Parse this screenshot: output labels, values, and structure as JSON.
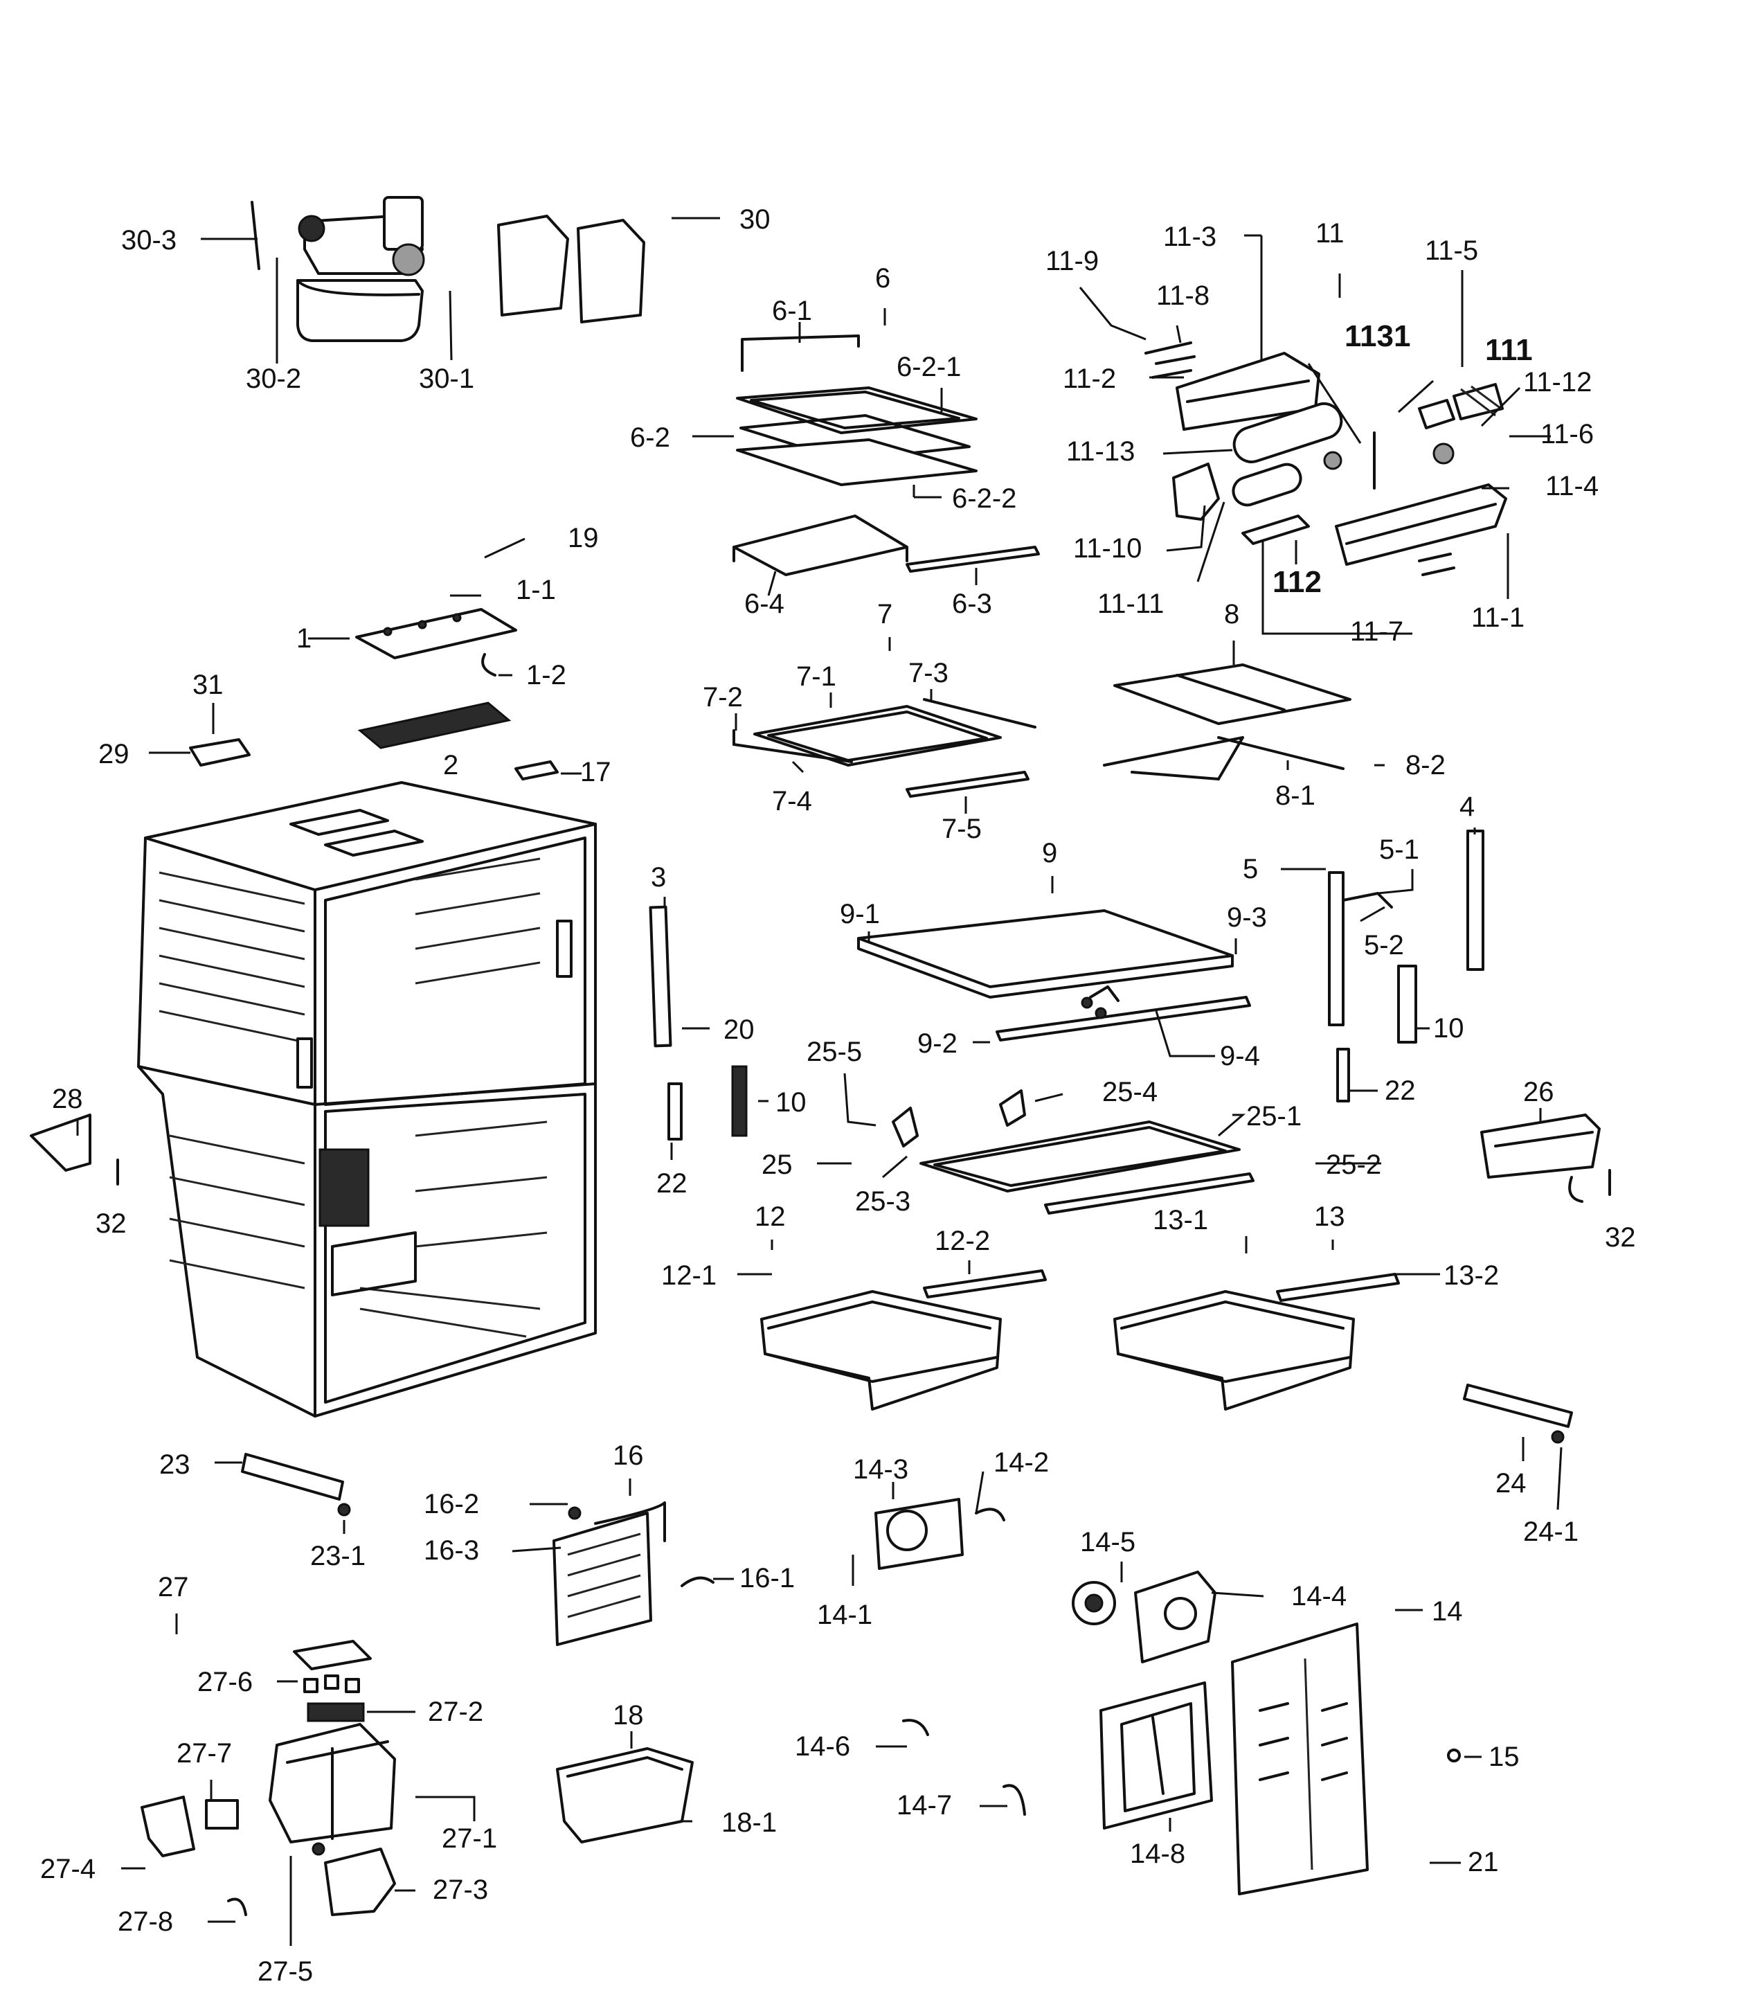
{
  "callouts": {
    "c30_3": "30-3",
    "c30": "30",
    "c30_2": "30-2",
    "c30_1": "30-1",
    "c6": "6",
    "c6_1": "6-1",
    "c6_2_1": "6-2-1",
    "c6_2": "6-2",
    "c6_2_2": "6-2-2",
    "c6_4": "6-4",
    "c6_3": "6-3",
    "c11": "11",
    "c11_3": "11-3",
    "c11_9": "11-9",
    "c11_8": "11-8",
    "c11_5": "11-5",
    "c1131": "1131",
    "c111": "111",
    "c11_2": "11-2",
    "c11_12": "11-12",
    "c11_13": "11-13",
    "c11_6": "11-6",
    "c11_4": "11-4",
    "c11_10": "11-10",
    "c112": "112",
    "c11_11": "11-11",
    "c11_1": "11-1",
    "c11_7": "11-7",
    "c19": "19",
    "c1_1": "1-1",
    "c1": "1",
    "c1_2": "1-2",
    "c31": "31",
    "c29": "29",
    "c2": "2",
    "c17": "17",
    "c7": "7",
    "c7_1": "7-1",
    "c7_2": "7-2",
    "c7_3": "7-3",
    "c7_4": "7-4",
    "c7_5": "7-5",
    "c8": "8",
    "c8_2": "8-2",
    "c8_1": "8-1",
    "c9": "9",
    "c9_1": "9-1",
    "c9_3": "9-3",
    "c9_2": "9-2",
    "c9_4": "9-4",
    "c3": "3",
    "c20": "20",
    "c10a": "10",
    "c22a": "22",
    "c5": "5",
    "c5_1": "5-1",
    "c5_2": "5-2",
    "c4": "4",
    "c10b": "10",
    "c22b": "22",
    "c25_5": "25-5",
    "c25_4": "25-4",
    "c25_1": "25-1",
    "c25": "25",
    "c25_3": "25-3",
    "c25_2": "25-2",
    "c28": "28",
    "c32a": "32",
    "c26": "26",
    "c32b": "32",
    "c12": "12",
    "c12_1": "12-1",
    "c12_2": "12-2",
    "c13": "13",
    "c13_1": "13-1",
    "c13_2": "13-2",
    "c24": "24",
    "c24_1": "24-1",
    "c23": "23",
    "c23_1": "23-1",
    "c16": "16",
    "c16_2": "16-2",
    "c16_3": "16-3",
    "c16_1": "16-1",
    "c14_3": "14-3",
    "c14_2": "14-2",
    "c14_1": "14-1",
    "c14_5": "14-5",
    "c14_4": "14-4",
    "c14": "14",
    "c14_6": "14-6",
    "c14_7": "14-7",
    "c14_8": "14-8",
    "c15": "15",
    "c21": "21",
    "c27": "27",
    "c27_6": "27-6",
    "c27_2": "27-2",
    "c27_7": "27-7",
    "c27_1": "27-1",
    "c27_4": "27-4",
    "c27_3": "27-3",
    "c27_8": "27-8",
    "c27_5": "27-5",
    "c18": "18",
    "c18_1": "18-1"
  }
}
